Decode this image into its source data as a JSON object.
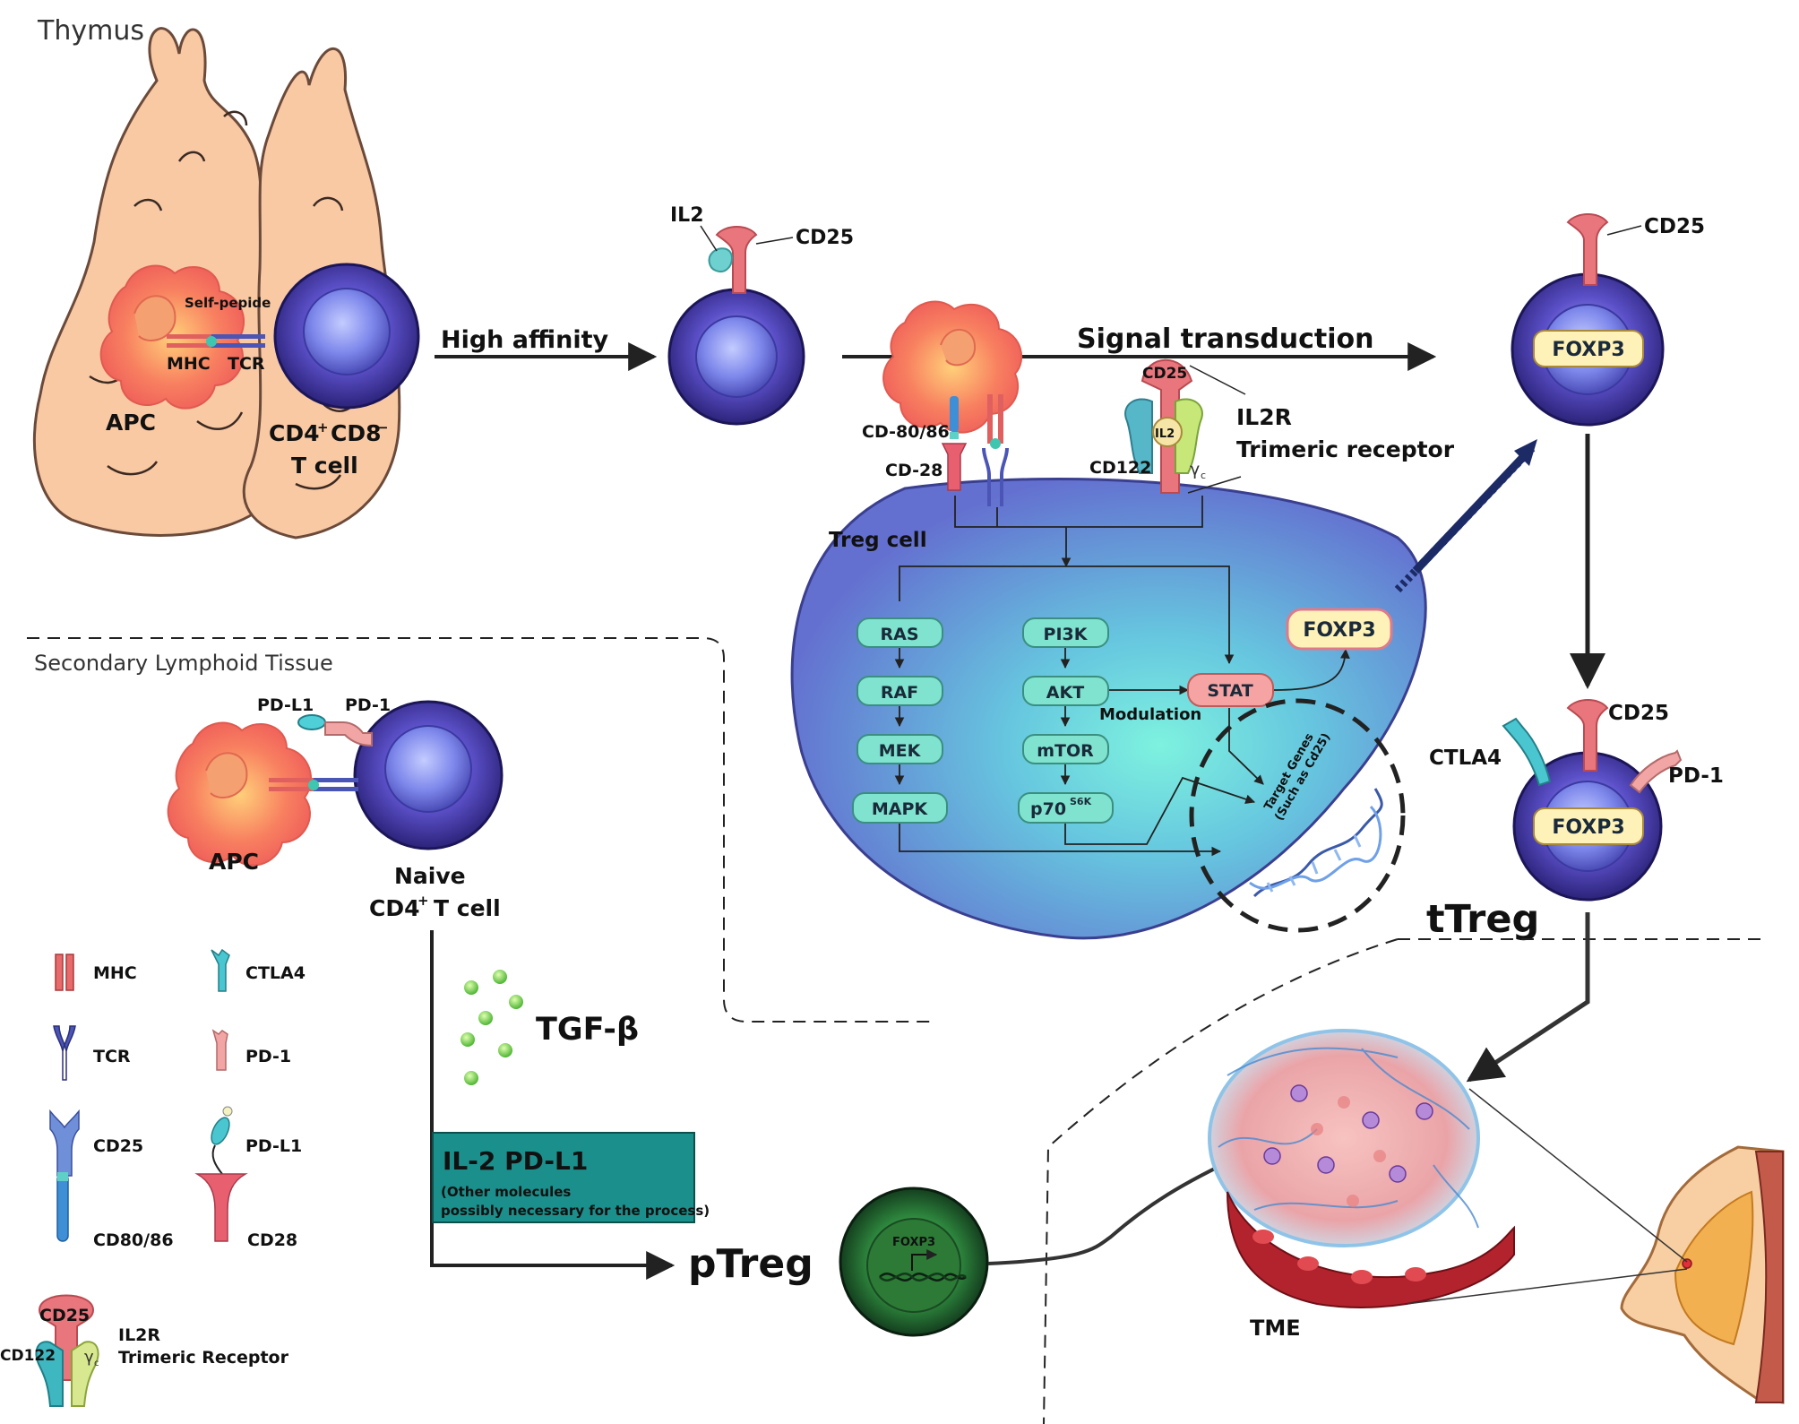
{
  "regions": {
    "thymus": "Thymus",
    "secondary": "Secondary Lymphoid Tissue",
    "treg_cell": "Treg cell",
    "tme": "TME"
  },
  "thymus": {
    "self_peptide": "Self-pepide",
    "mhc": "MHC",
    "tcr": "TCR",
    "apc": "APC",
    "cd4": "CD4",
    "cd8": "CD8",
    "sup_plus": "+",
    "sup_minus": "−",
    "t_cell": "T cell"
  },
  "arrows": {
    "high_affinity": "High affinity",
    "signal_transduction": "Signal transduction"
  },
  "top_cell": {
    "il2": "IL2",
    "cd25": "CD25"
  },
  "receptors": {
    "cd80": "CD-80/86",
    "cd28": "CD-28",
    "cd25": "CD25",
    "il2": "IL2",
    "cd122": "CD122",
    "gamma": "γ",
    "gamma_sub": "c",
    "il2r": "IL2R",
    "trimeric": "Trimeric receptor"
  },
  "pathway": {
    "left": [
      "RAS",
      "RAF",
      "MEK",
      "MAPK"
    ],
    "mid": [
      "PI3K",
      "AKT",
      "mTOR",
      "p70"
    ],
    "p70_sup": "S6K",
    "stat": "STAT",
    "foxp3": "FOXP3",
    "modulation": "Modulation",
    "target_line1": "Target Genes",
    "target_line2": "(Such as Cd25)"
  },
  "right_cells": {
    "cd25_top": "CD25",
    "foxp3_top": "FOXP3",
    "cd25_bottom": "CD25",
    "ctla4": "CTLA4",
    "pd1": "PD-1",
    "foxp3_bottom": "FOXP3",
    "ttreg": "tTreg"
  },
  "secondary": {
    "pdl1": "PD-L1",
    "pd1": "PD-1",
    "apc": "APC",
    "naive": "Naive",
    "cd4": "CD4",
    "sup_plus": "+",
    "t_cell": "T cell"
  },
  "tgf": "TGF-β",
  "box": {
    "title": "IL-2   PD-L1",
    "note_line1": "(Other molecules",
    "note_line2": "possibly necessary for the process)"
  },
  "ptreg": {
    "label": "pTreg",
    "foxp3": "FOXP3"
  },
  "legend": {
    "mhc": "MHC",
    "tcr": "TCR",
    "cd25": "CD25",
    "cd80": "CD80/86",
    "ctla4": "CTLA4",
    "pd1": "PD-1",
    "pdl1": "PD-L1",
    "cd28": "CD28",
    "il2r_cd25": "CD25",
    "il2r_cd122": "CD122",
    "il2r_gamma": "γ",
    "il2r_gamma_sub": "c",
    "il2r_line1": "IL2R",
    "il2r_line2": "Trimeric Receptor"
  },
  "colors": {
    "skin": "#f9c9a4",
    "cell_blue": "#4a3fa8",
    "treg_fill": "#6f78d4",
    "pathway_box": "#7fe3cf",
    "foxp3_box": "#fff2b8",
    "stat_box": "#f6a3a3",
    "il2_box": "#1b8f8c",
    "arrow_navy": "#1c2a66"
  }
}
